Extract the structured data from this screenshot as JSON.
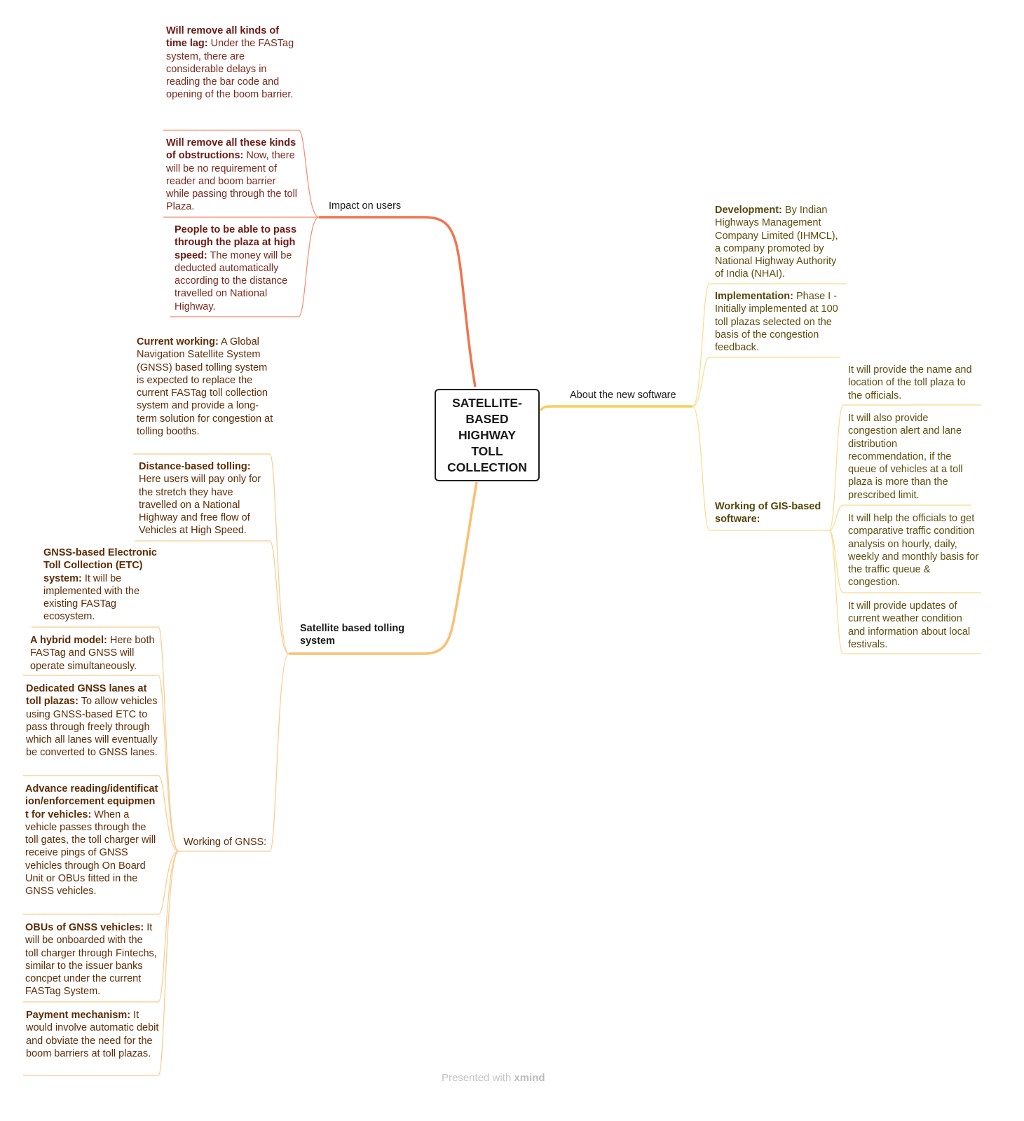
{
  "central": {
    "title": "SATELLITE-BASED HIGHWAY TOLL COLLECTION"
  },
  "branches": {
    "impact": "Impact on users",
    "about": "About the new software",
    "satellite": "Satellite based tolling system",
    "working_gis": "Working of GIS-based software:",
    "working_gnss": "Working of GNSS:"
  },
  "impact_items": [
    {
      "label": "Will remove all kinds of time lag:",
      "text": " Under the FASTag system, there are considerable delays in reading the bar code and opening of the boom barrier."
    },
    {
      "label": "Will remove all these kinds of obstructions:",
      "text": " Now, there will be no requirement of reader and boom barrier while passing through the toll Plaza."
    },
    {
      "label": "People to be able to pass through the plaza at high speed:",
      "text": " The money will be deducted automatically according to the distance travelled on National Highway."
    }
  ],
  "satellite_items": [
    {
      "label": "Current working:",
      "text": " A Global Navigation Satellite System (GNSS) based tolling system is expected to replace the current FASTag toll collection system and provide a long-term solution for congestion at tolling booths."
    },
    {
      "label": "Distance-based tolling:",
      "text": " Here users will pay only for the stretch they have travelled on a National Highway and free flow of Vehicles at High Speed."
    }
  ],
  "gnss_items": [
    {
      "label": "GNSS-based Electronic Toll Collection (ETC) system:",
      "text": " It will be implemented with the existing FASTag ecosystem."
    },
    {
      "label": "A hybrid model:",
      "text": " Here both FASTag and GNSS will operate simultaneously."
    },
    {
      "label": "Dedicated GNSS lanes at toll plazas:",
      "text": " To allow vehicles using GNSS-based ETC to pass through freely through which all lanes will eventually be converted to GNSS lanes."
    },
    {
      "label": "Advance reading/identification/enforcement equipment for vehicles:",
      "text": " When a vehicle passes through the toll gates, the toll charger will receive pings of GNSS vehicles through On Board Unit or OBUs fitted in the GNSS vehicles."
    },
    {
      "label": "OBUs of GNSS vehicles:",
      "text": " It will be onboarded with the toll charger through Fintechs, similar to the issuer banks concpet under the current FASTag System."
    },
    {
      "label": "Payment mechanism:",
      "text": " It would involve automatic debit and obviate the need for the boom barriers at toll plazas."
    }
  ],
  "about_items": [
    {
      "label": "Development:",
      "text": " By Indian Highways Management Company Limited (IHMCL), a company promoted by National Highway Authority of India (NHAI)."
    },
    {
      "label": "Implementation:",
      "text": " Phase I - Initially implemented at 100 toll plazas selected on the basis of the congestion feedback."
    }
  ],
  "gis_items": [
    "It will provide the name and location of the toll plaza to the officials.",
    "It will also provide congestion alert and lane distribution recommendation, if the queue of vehicles at a toll plaza is more than the prescribed limit.",
    "It will help the officials to get comparative traffic condition analysis on hourly, daily, weekly and monthly basis for the traffic queue & congestion.",
    "It will provide updates of current weather condition and information about local festivals."
  ],
  "footer": {
    "prefix": "Presented with ",
    "brand": "xmind"
  },
  "colors": {
    "red_branch": "#f0744e",
    "red_leaf": "#f5896a",
    "orange_branch": "#fbbf71",
    "orange_leaf": "#fcc98a",
    "yellow_branch": "#f4cf5c",
    "yellow_leaf": "#f6dc8c"
  }
}
